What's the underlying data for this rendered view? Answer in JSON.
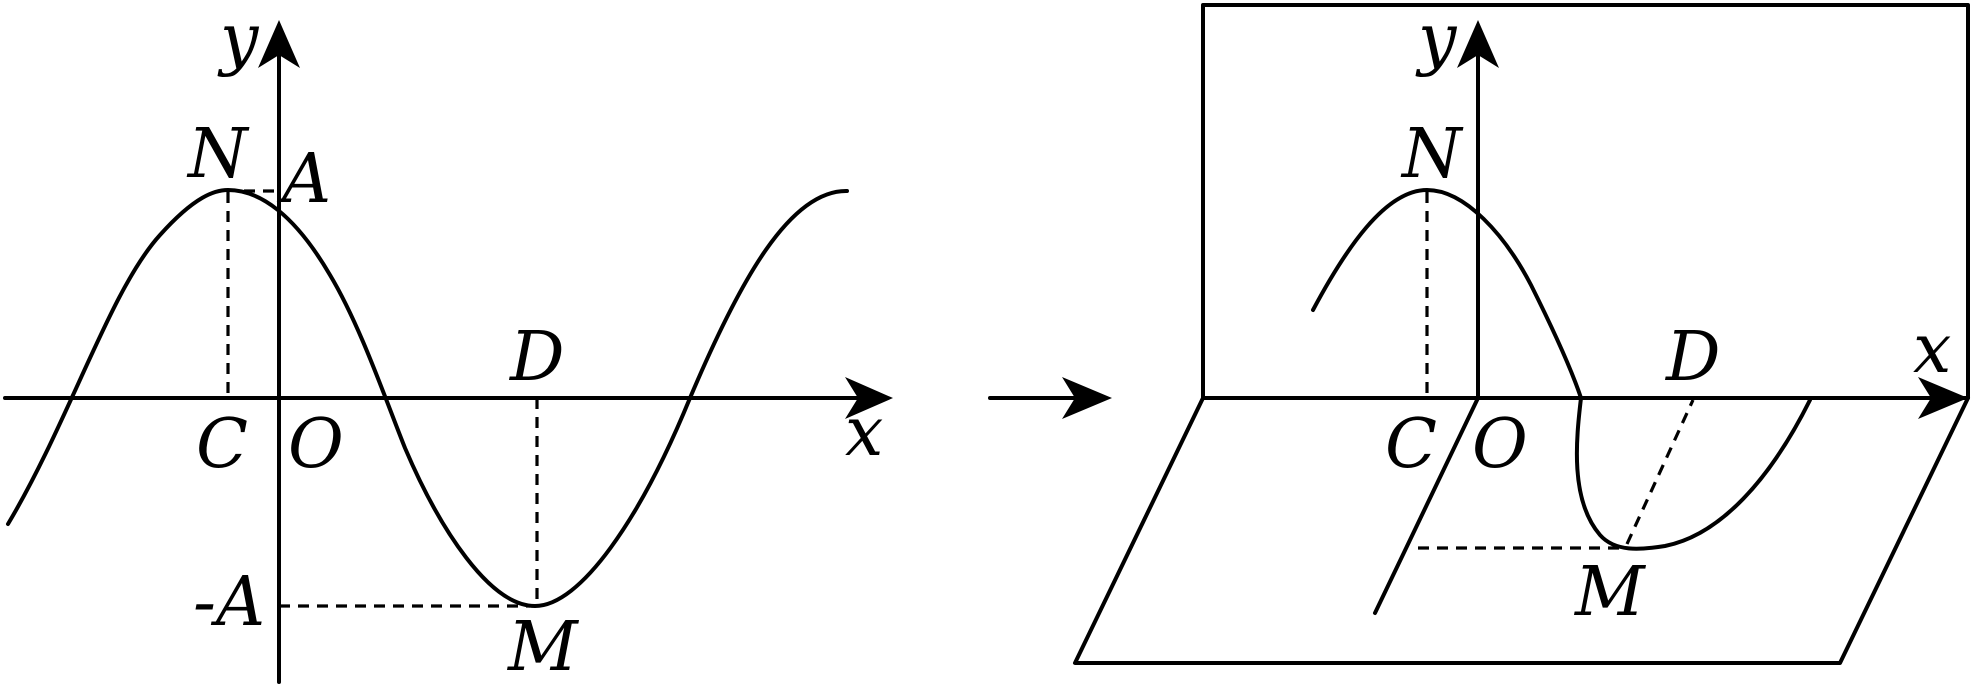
{
  "left_figure": {
    "labels": {
      "y_axis": "y",
      "x_axis": "x",
      "origin": "O",
      "peak": "N",
      "amplitude": "A",
      "neg_amplitude": "-A",
      "C": "C",
      "D": "D",
      "trough": "M"
    }
  },
  "right_figure": {
    "labels": {
      "y_axis": "y",
      "x_axis": "x",
      "origin": "O",
      "peak": "N",
      "C": "C",
      "D": "D",
      "trough": "M"
    }
  },
  "colors": {
    "ink": "#000000",
    "background": "#ffffff"
  }
}
